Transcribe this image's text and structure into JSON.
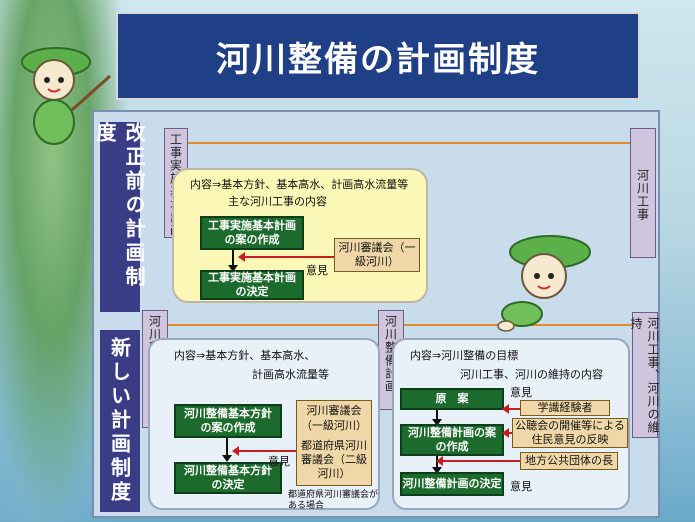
{
  "title": "河川整備の計画制度",
  "old_section": {
    "side_label": "改正前の計画制度",
    "vertical_left": "工事実施基本計画",
    "vertical_right": "河川工事",
    "content_line1": "内容⇒基本方針、基本高水、計画高水流量等",
    "content_line2": "主な河川工事の内容",
    "box_draft": "工事実施基本計画の案の作成",
    "box_decision": "工事実施基本計画の決定",
    "council": "河川審議会（一級河川）",
    "opinion": "意見"
  },
  "new_section": {
    "side_label": "新しい計画制度",
    "vertical_policy": "河川整備基本方針",
    "vertical_plan": "河川整備計画",
    "vertical_right": "河川工事、河川の維持",
    "policy": {
      "content_line1": "内容⇒基本方針、基本高水、",
      "content_line2": "計画高水流量等",
      "box_draft": "河川整備基本方針の案の作成",
      "box_decision": "河川整備基本方針の決定",
      "council1": "河川審議会（一級河川）",
      "council2": "都道府県河川審議会（二級河川）",
      "note": "都道府県河川審議会がある場合",
      "opinion": "意見"
    },
    "plan": {
      "content_line1": "内容⇒河川整備の目標",
      "content_line2": "河川工事、河川の維持の内容",
      "box_original": "原　案",
      "box_draft": "河川整備計画の案の作成",
      "box_decision": "河川整備計画の決定",
      "experts": "学識経験者",
      "hearing": "公聴会の開催等による住民意見の反映",
      "local_head": "地方公共団体の長",
      "opinion1": "意見",
      "opinion2": "意見"
    }
  }
}
